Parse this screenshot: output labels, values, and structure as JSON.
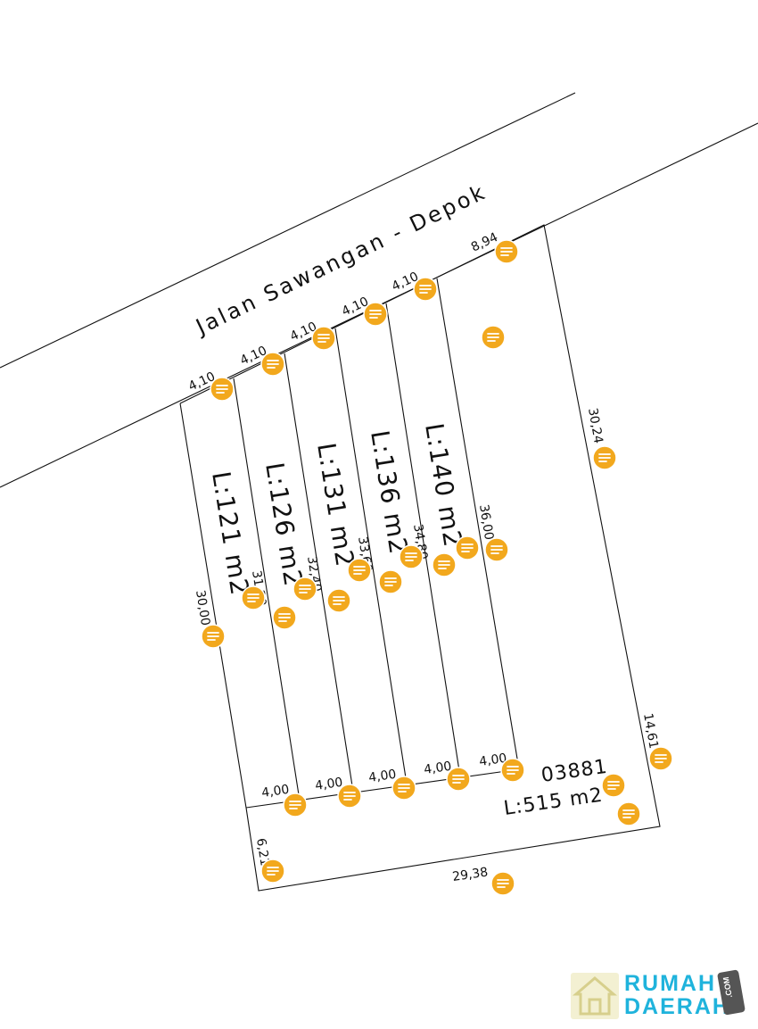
{
  "road_name": "Jalan Sawangan - Depok",
  "frontage_labels": [
    "4,10",
    "4,10",
    "4,10",
    "4,10",
    "4,10",
    "8,94"
  ],
  "plot_areas": [
    "L:121 m2",
    "L:126 m2",
    "L:131 m2",
    "L:136 m2",
    "L:140 m2"
  ],
  "plot_lengths": [
    "30,00",
    "31,20",
    "32,40",
    "33,60",
    "34,80",
    "36,00"
  ],
  "rear_labels": [
    "4,00",
    "4,00",
    "4,00",
    "4,00",
    "4,00"
  ],
  "right_side_labels": [
    "30,24",
    "14,61"
  ],
  "remainder": {
    "code": "03881",
    "area": "L:515 m2"
  },
  "bottom_labels": {
    "left": "6,21",
    "bottom": "29,38"
  },
  "logo": {
    "word1": "RUMAH",
    "word2": "DAERAH",
    "badge": ".COM"
  },
  "colors": {
    "marker": "#f2a81d",
    "logo_text": "#1fb3dc",
    "line": "#111111"
  },
  "icons": [
    "note-marker-icon",
    "house-logo-icon"
  ]
}
